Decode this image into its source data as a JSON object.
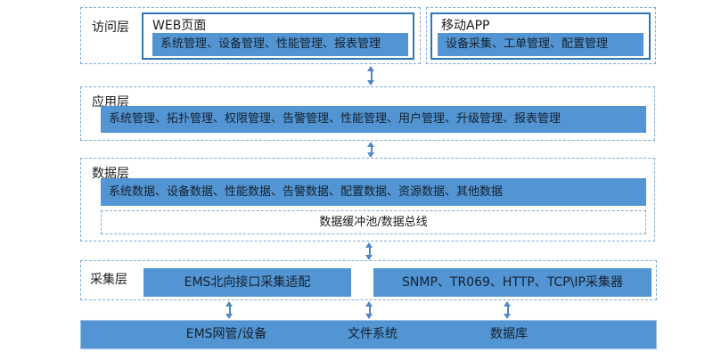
{
  "colors": {
    "bar_fill": "#5295D2",
    "solid_border": "#2E75B6",
    "dashed_border": "#7FA8DC",
    "arrow": "#4E86C6",
    "bar_text": "#14202F",
    "label_text": "#1A1A1A"
  },
  "layers": {
    "access": {
      "label": "访问层",
      "web": {
        "title": "WEB页面",
        "items": "系统管理、设备管理、性能管理、报表管理"
      },
      "mobile": {
        "title": "移动APP",
        "items": "设备采集、工单管理、配置管理"
      }
    },
    "application": {
      "label": "应用层",
      "items": "系统管理、拓扑管理、权限管理、告警管理、性能管理、用户管理、升级管理、报表管理"
    },
    "data": {
      "label": "数据层",
      "items": "系统数据、设备数据、性能数据、告警数据、配置数据、资源数据、其他数据",
      "bus": "数据缓冲池/数据总线"
    },
    "collection": {
      "label": "采集层",
      "ems_adapter": "EMS北向接口采集适配",
      "collectors": "SNMP、TR069、HTTP、TCP\\IP采集器"
    }
  },
  "sources": {
    "ems": "EMS网管/设备",
    "filesystem": "文件系统",
    "database": "数据库"
  }
}
